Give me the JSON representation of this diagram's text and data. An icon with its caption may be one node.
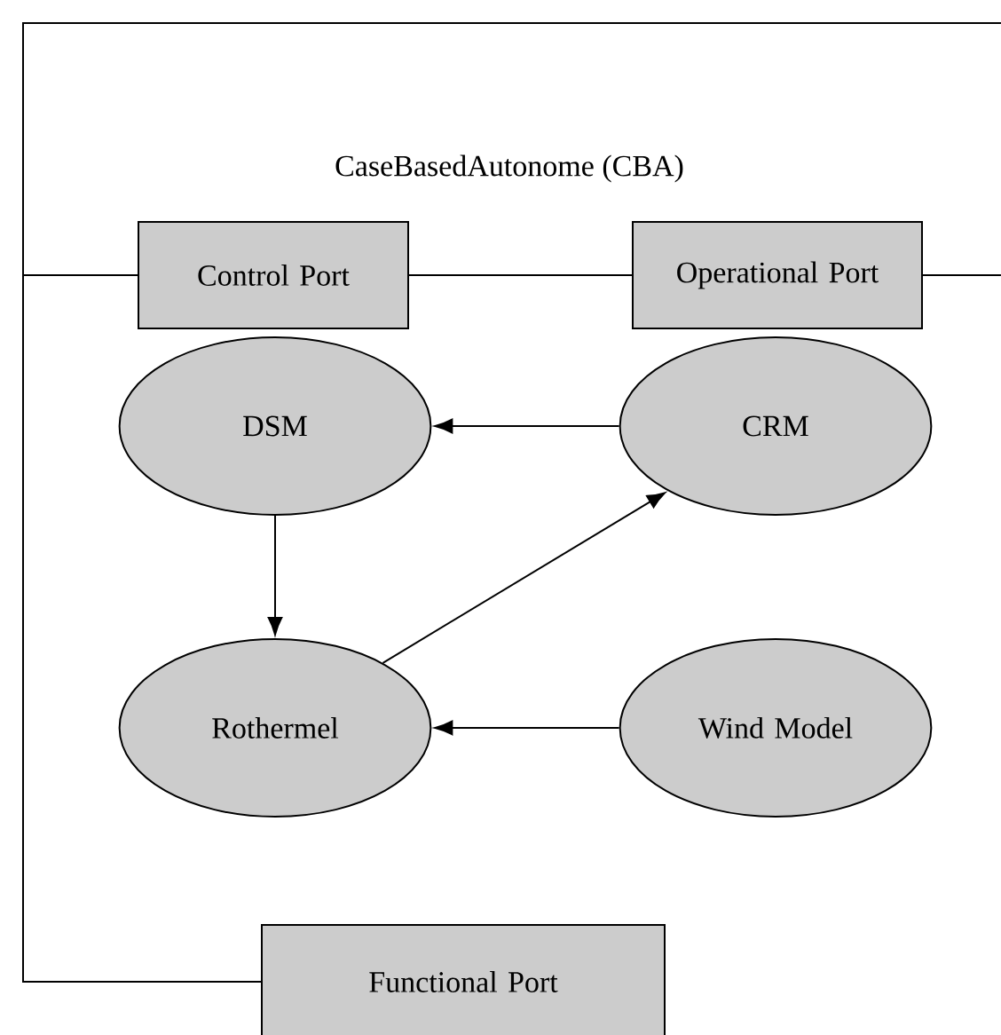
{
  "diagram": {
    "title": "CaseBasedAutonome (CBA)",
    "nodes": [
      {
        "text": [
          "Control Port"
        ]
      },
      {
        "text": [
          "Operational Port"
        ]
      },
      {
        "text": [
          "DSM"
        ]
      },
      {
        "text": [
          "CRM"
        ]
      },
      {
        "text": [
          "Rothermel"
        ]
      },
      {
        "text": [
          "Wind Model"
        ]
      },
      {
        "text": [
          "Functional Port"
        ]
      }
    ],
    "edges": [
      {
        "from": 0,
        "to": 1,
        "arrow": "none"
      },
      {
        "from": 3,
        "to": 2,
        "arrow": "to"
      },
      {
        "from": 2,
        "to": 4,
        "arrow": "to"
      },
      {
        "from": 4,
        "to": 3,
        "arrow": "to"
      },
      {
        "from": 5,
        "to": 4,
        "arrow": "to"
      }
    ]
  }
}
